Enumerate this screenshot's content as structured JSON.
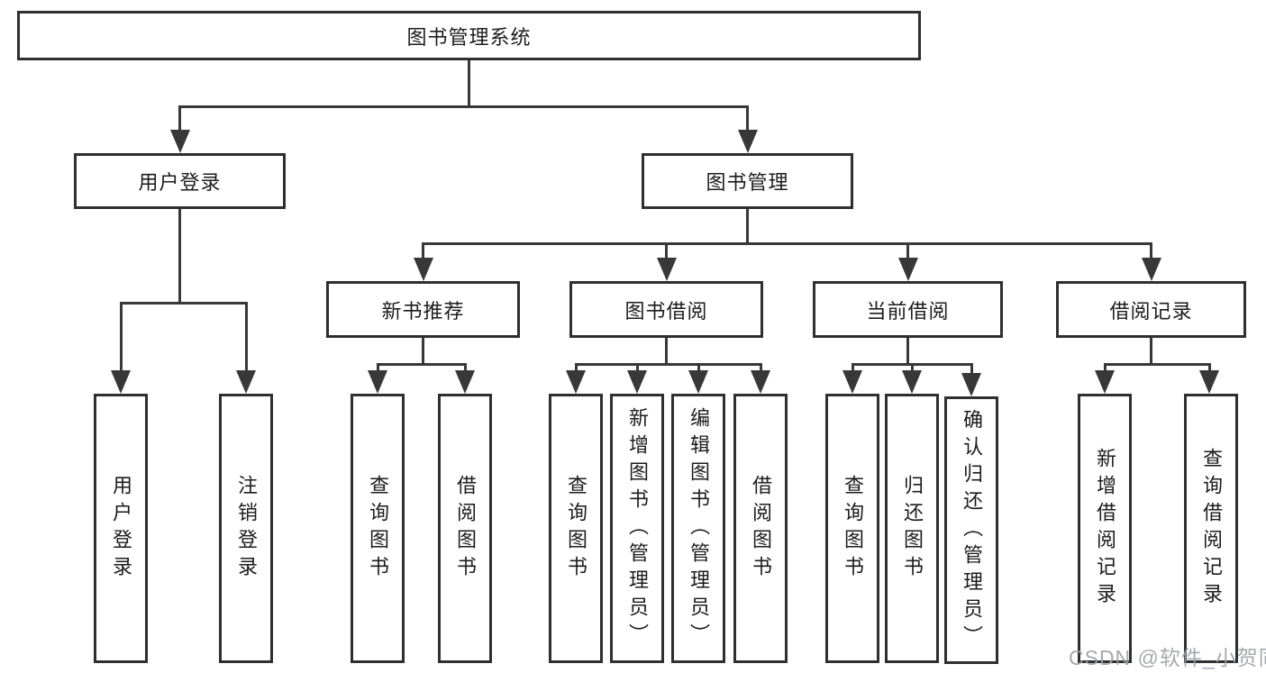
{
  "tree": {
    "root": {
      "label": "图书管理系统"
    },
    "branches": [
      {
        "label": "用户登录",
        "children": [
          {
            "label": "用户登录"
          },
          {
            "label": "注销登录"
          }
        ]
      },
      {
        "label": "图书管理",
        "children": [
          {
            "label": "新书推荐",
            "children": [
              {
                "label": "查询图书"
              },
              {
                "label": "借阅图书"
              }
            ]
          },
          {
            "label": "图书借阅",
            "children": [
              {
                "label": "查询图书"
              },
              {
                "label": "新增图书（管理员）"
              },
              {
                "label": "编辑图书（管理员）"
              },
              {
                "label": "借阅图书"
              }
            ]
          },
          {
            "label": "当前借阅",
            "children": [
              {
                "label": "查询图书"
              },
              {
                "label": "归还图书"
              },
              {
                "label": "确认归还（管理员）"
              }
            ]
          },
          {
            "label": "借阅记录",
            "children": [
              {
                "label": "新增借阅记录"
              },
              {
                "label": "查询借阅记录"
              }
            ]
          }
        ]
      }
    ]
  },
  "watermark": {
    "text": "CSDN @软件_小贺同学"
  },
  "colors": {
    "line": "#383838",
    "box_border": "#2f2f2f",
    "text": "#1c1c1c",
    "watermark": "#9fa1a9",
    "background": "#ffffff"
  }
}
